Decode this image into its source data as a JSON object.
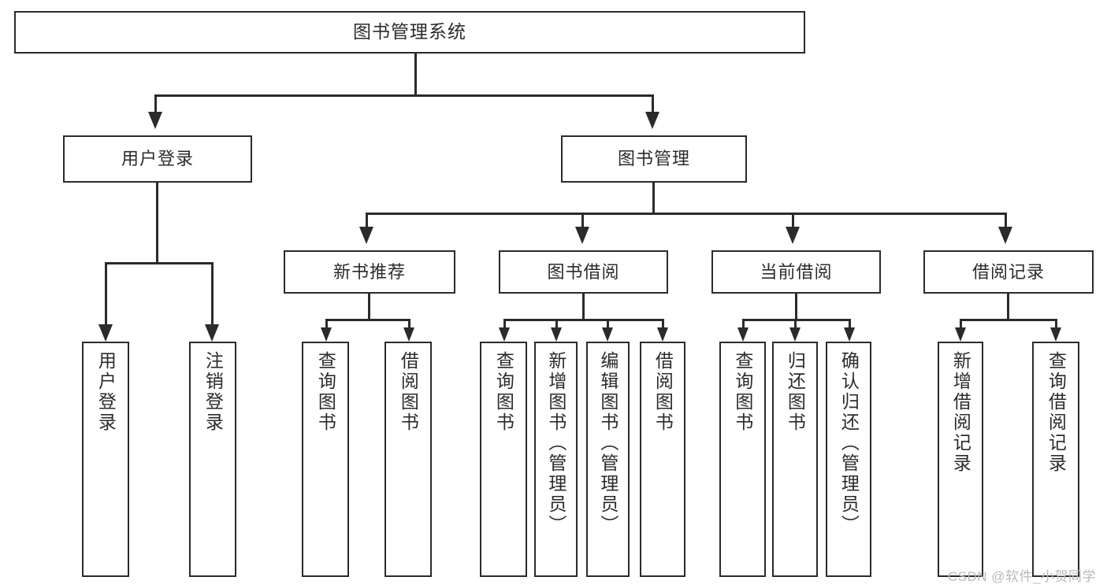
{
  "diagram": {
    "type": "tree-hierarchy",
    "title": "图书管理系统",
    "root": {
      "label": "图书管理系统"
    },
    "level2": [
      {
        "id": "user-login",
        "label": "用户登录"
      },
      {
        "id": "book-management",
        "label": "图书管理"
      }
    ],
    "level3": [
      {
        "id": "new-book-recommend",
        "label": "新书推荐",
        "parent": "book-management"
      },
      {
        "id": "book-borrow",
        "label": "图书借阅",
        "parent": "book-management"
      },
      {
        "id": "current-borrow",
        "label": "当前借阅",
        "parent": "book-management"
      },
      {
        "id": "borrow-record",
        "label": "借阅记录",
        "parent": "book-management"
      }
    ],
    "leaves": {
      "user-login": [
        {
          "id": "leaf-user-login",
          "label": "用户登录"
        },
        {
          "id": "leaf-user-logout",
          "label": "注销登录"
        }
      ],
      "new-book-recommend": [
        {
          "id": "leaf-query-book-1",
          "label": "查询图书"
        },
        {
          "id": "leaf-borrow-book-1",
          "label": "借阅图书"
        }
      ],
      "book-borrow": [
        {
          "id": "leaf-query-book-2",
          "label": "查询图书"
        },
        {
          "id": "leaf-add-book",
          "label": "新增图书（管理员）"
        },
        {
          "id": "leaf-edit-book",
          "label": "编辑图书（管理员）"
        },
        {
          "id": "leaf-borrow-book-2",
          "label": "借阅图书"
        }
      ],
      "current-borrow": [
        {
          "id": "leaf-query-book-3",
          "label": "查询图书"
        },
        {
          "id": "leaf-return-book",
          "label": "归还图书"
        },
        {
          "id": "leaf-confirm-return",
          "label": "确认归还（管理员）"
        }
      ],
      "borrow-record": [
        {
          "id": "leaf-add-record",
          "label": "新增借阅记录"
        },
        {
          "id": "leaf-query-record",
          "label": "查询借阅记录"
        }
      ]
    }
  },
  "watermark": {
    "text": "CSDN @软件_小贺同学"
  },
  "colors": {
    "stroke": "#2b2b2b",
    "background": "#ffffff",
    "watermark": "#b9b9b9"
  }
}
